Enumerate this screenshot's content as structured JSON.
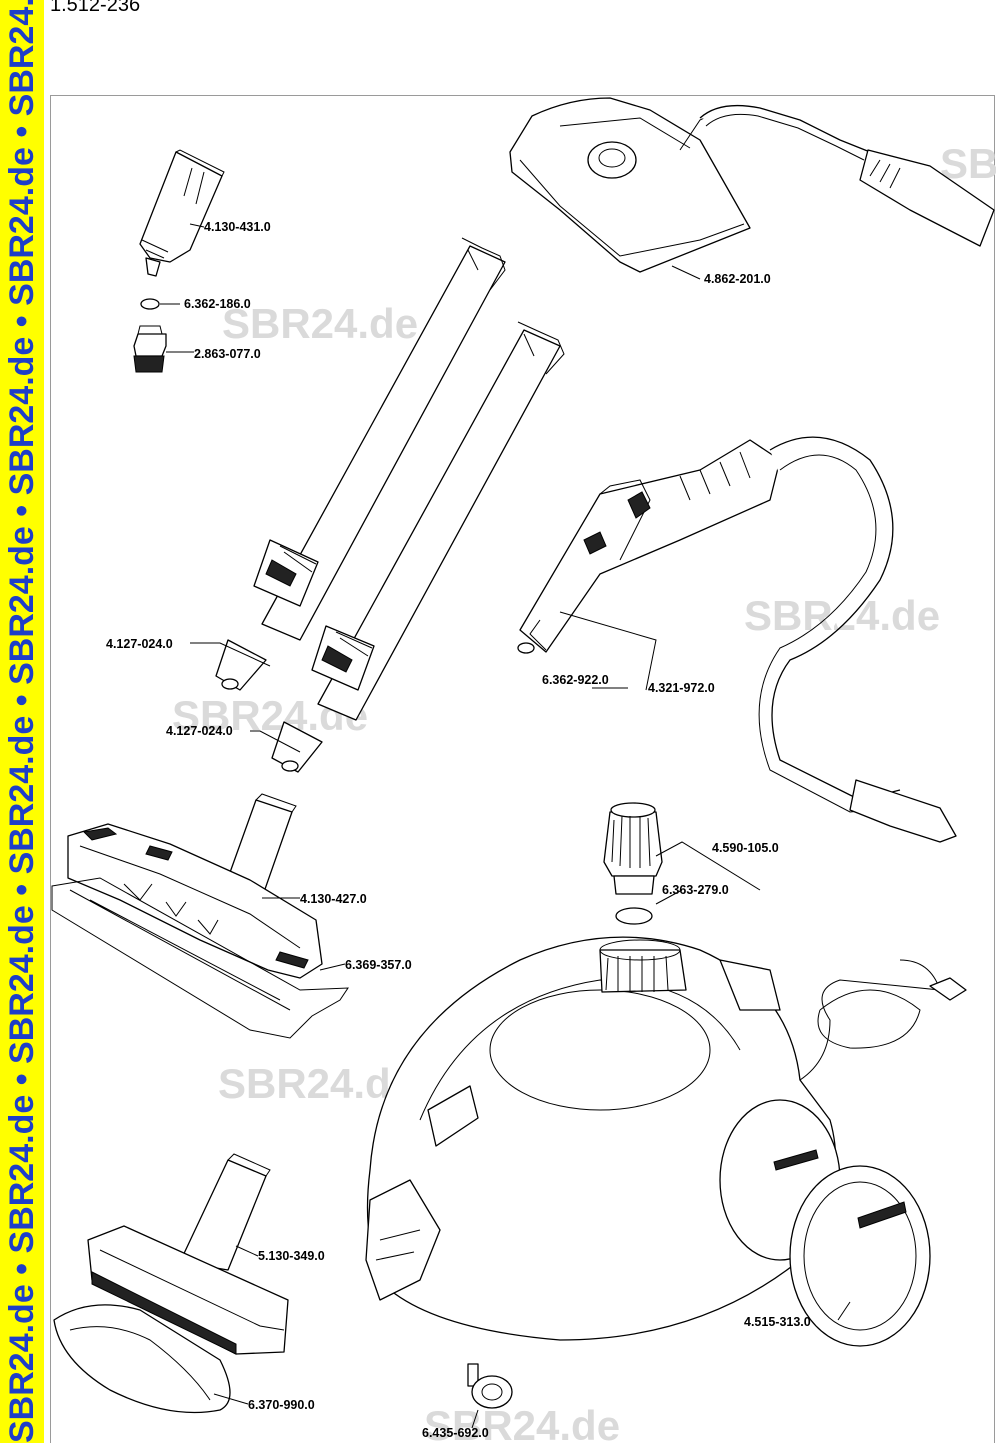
{
  "header": {
    "doc_code": "1.512-236"
  },
  "banner": {
    "text": "SBR24.de • SBR24.de • SBR24.de • SBR24.de • SBR24.de • SBR24.de • SBR24.de • SBR24.de • SBR2",
    "background": "#ffff00",
    "color": "#1e3ec8"
  },
  "watermarks": [
    "SBR24.de",
    "SBR24.de",
    "SBR24.de",
    "SBR24.de",
    "SBR24.de",
    "SB"
  ],
  "parts": [
    {
      "label": "4.130-431.0"
    },
    {
      "label": "6.362-186.0"
    },
    {
      "label": "2.863-077.0"
    },
    {
      "label": "4.862-201.0"
    },
    {
      "label": "4.127-024.0"
    },
    {
      "label": "4.127-024.0"
    },
    {
      "label": "6.362-922.0"
    },
    {
      "label": "4.321-972.0"
    },
    {
      "label": "4.590-105.0"
    },
    {
      "label": "6.363-279.0"
    },
    {
      "label": "4.130-427.0"
    },
    {
      "label": "6.369-357.0"
    },
    {
      "label": "5.130-349.0"
    },
    {
      "label": "4.515-313.0"
    },
    {
      "label": "6.370-990.0"
    },
    {
      "label": "6.435-692.0"
    }
  ]
}
